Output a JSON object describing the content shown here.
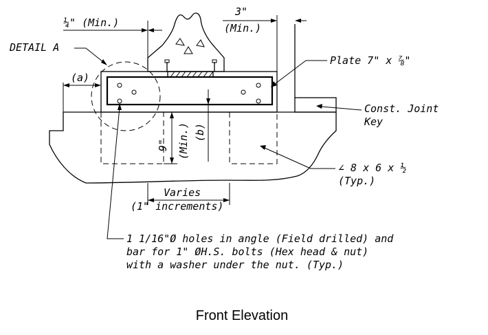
{
  "caption": "Front Elevation",
  "labels": {
    "quarter_min": "¼\" (Min.)",
    "three_min_top": "3\"",
    "three_min_bottom": "(Min.)",
    "detail_a": "DETAIL A",
    "a": "(a)",
    "plate": "Plate 7\" x ⅞\"",
    "const_joint_key_1": "Const. Joint",
    "const_joint_key_2": "Key",
    "nine_min": "9\"",
    "nine_min_2": "(Min.)",
    "b": "(b)",
    "angle_1": "∠ 8 x 6 x ½",
    "angle_2": "(Typ.)",
    "varies": "Varies",
    "increments": "(1\" increments)",
    "note_1": "1 1/16\"Ø holes in angle (Field drilled) and",
    "note_2": "bar for 1\" ØH.S. bolts (Hex head & nut)",
    "note_3": "with a washer under the nut. (Typ.)"
  }
}
